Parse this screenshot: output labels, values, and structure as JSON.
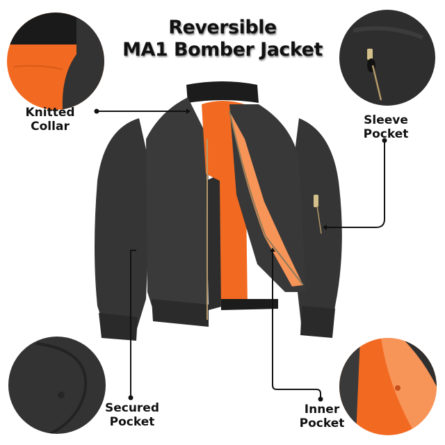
{
  "title": {
    "line1": "Reversible",
    "line2": "MA1 Bomber Jacket"
  },
  "callouts": [
    {
      "id": "knitted-collar",
      "line1": "Knitted",
      "line2": "Collar"
    },
    {
      "id": "sleeve-pocket",
      "line1": "Sleeve",
      "line2": "Pocket"
    },
    {
      "id": "secured-pocket",
      "line1": "Secured",
      "line2": "Pocket"
    },
    {
      "id": "inner-pocket",
      "line1": "Inner",
      "line2": "Pocket"
    }
  ],
  "colors": {
    "shell": "#3a3a3a",
    "shell_dark": "#262626",
    "rib": "#1c1c1c",
    "lining": "#f26a21",
    "lining_light": "#f79458",
    "zipper": "#b59a6a",
    "line": "#111111"
  }
}
